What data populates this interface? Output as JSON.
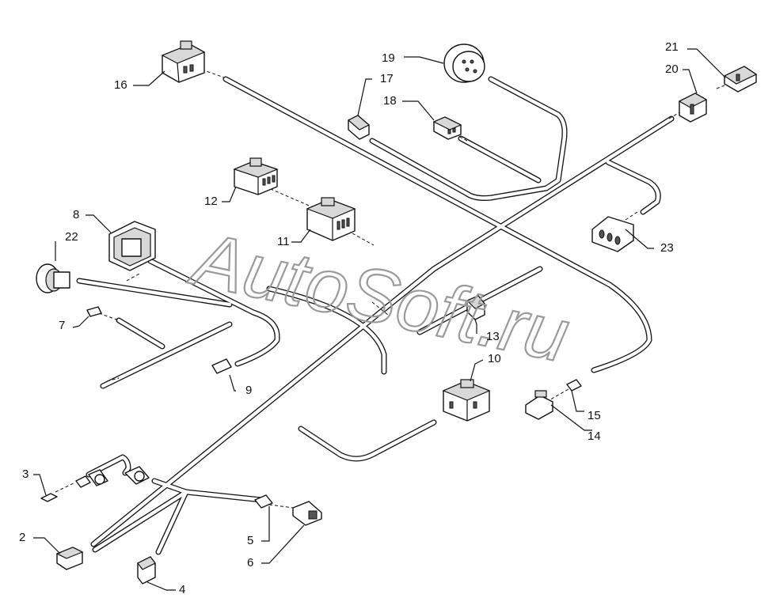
{
  "diagram": {
    "watermark": "AutoSoft.ru",
    "callouts": [
      {
        "id": "c1",
        "label": "2"
      },
      {
        "id": "c2",
        "label": "3"
      },
      {
        "id": "c3",
        "label": "4"
      },
      {
        "id": "c4",
        "label": "5"
      },
      {
        "id": "c5",
        "label": "6"
      },
      {
        "id": "c6",
        "label": "7"
      },
      {
        "id": "c7",
        "label": "8"
      },
      {
        "id": "c8",
        "label": "9"
      },
      {
        "id": "c9",
        "label": "10"
      },
      {
        "id": "c10",
        "label": "11"
      },
      {
        "id": "c11",
        "label": "12"
      },
      {
        "id": "c12",
        "label": "13"
      },
      {
        "id": "c13",
        "label": "14"
      },
      {
        "id": "c14",
        "label": "15"
      },
      {
        "id": "c15",
        "label": "16"
      },
      {
        "id": "c16",
        "label": "17"
      },
      {
        "id": "c17",
        "label": "18"
      },
      {
        "id": "c18",
        "label": "19"
      },
      {
        "id": "c19",
        "label": "20"
      },
      {
        "id": "c20",
        "label": "21"
      },
      {
        "id": "c21",
        "label": "22"
      },
      {
        "id": "c22",
        "label": "23"
      }
    ]
  }
}
